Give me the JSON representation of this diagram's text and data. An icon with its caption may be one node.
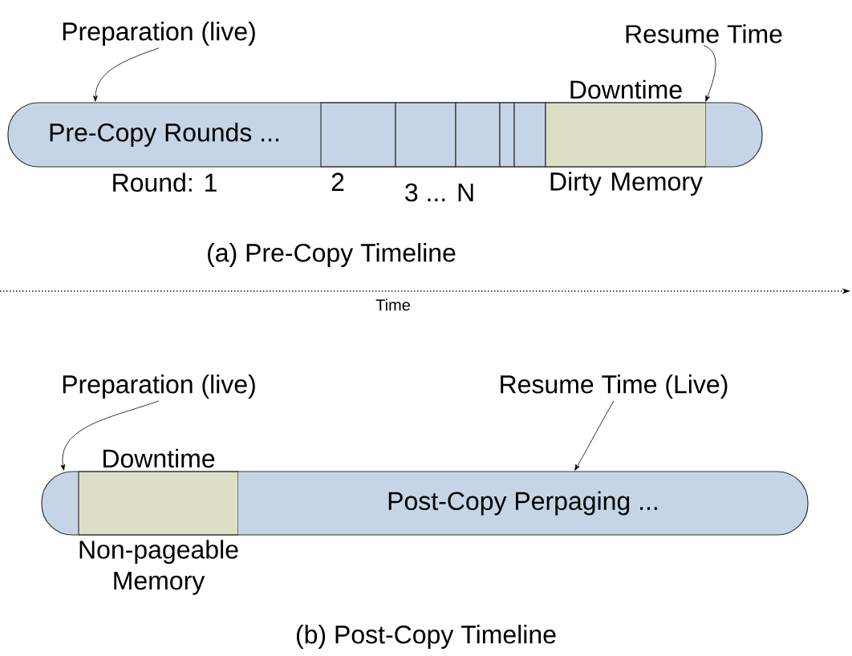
{
  "diagram": {
    "nodes": [
      {
        "text": [],
        "shape": "bar"
      },
      {
        "text": [
          "Pre-Copy Rounds ..."
        ],
        "beside": [
          "Round: 1"
        ],
        "in": 0
      },
      {
        "text": [],
        "shape": "box",
        "beside": [
          "2"
        ],
        "in": 0
      },
      {
        "text": [],
        "shape": "box",
        "in": 0
      },
      {
        "text": [],
        "shape": "box",
        "in": 0
      },
      {
        "text": [],
        "shape": "box",
        "in": 0
      },
      {
        "text": [],
        "shape": "box",
        "in": 0
      },
      {
        "text": [],
        "shape": "box",
        "beside": [
          "Downtime",
          "Dirty Memory"
        ],
        "in": 0
      },
      {
        "text": [],
        "shape": "box",
        "in": 0
      },
      {
        "text": [
          "Preparation (live)"
        ]
      },
      {
        "text": [
          "Resume Time"
        ]
      },
      {
        "text": [],
        "shape": "bar"
      },
      {
        "text": [],
        "shape": "box",
        "in": 11
      },
      {
        "text": [],
        "shape": "box",
        "beside": [
          "Downtime",
          "Non-pageable Memory"
        ],
        "in": 11
      },
      {
        "text": [
          "Post-Copy Perpaging ..."
        ],
        "in": 11
      },
      {
        "text": [
          "Preparation (live)"
        ]
      },
      {
        "text": [
          "Resume Time (Live)"
        ]
      }
    ],
    "edges": [
      {
        "from": 9,
        "to": 1,
        "arrow": "to"
      },
      {
        "from": 10,
        "to": 8,
        "arrow": "to"
      },
      {
        "from": 15,
        "to": 12,
        "arrow": "to"
      },
      {
        "from": 16,
        "to": 14,
        "arrow": "to"
      }
    ],
    "labels": [
      "3 ... N",
      "(a) Pre-Copy Timeline",
      "Time",
      "(b) Post-Copy Timeline"
    ]
  }
}
